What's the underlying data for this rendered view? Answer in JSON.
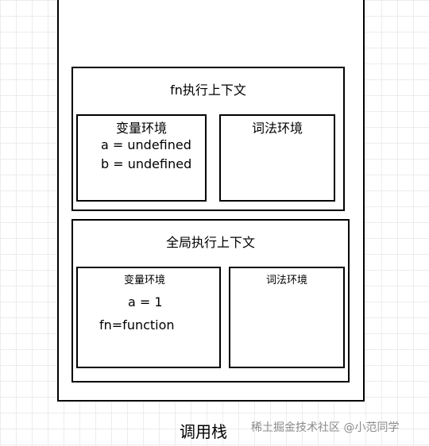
{
  "stack_label": "调用栈",
  "fn_context": {
    "title": "fn执行上下文",
    "variable_env": {
      "label": "变量环境",
      "lines": [
        "a = undefined",
        "b = undefined"
      ]
    },
    "lexical_env": {
      "label": "词法环境"
    }
  },
  "global_context": {
    "title": "全局执行上下文",
    "variable_env": {
      "label": "变量环境",
      "lines": [
        "a = 1",
        "fn=function"
      ]
    },
    "lexical_env": {
      "label": "词法环境"
    }
  },
  "watermark": "稀土掘金技术社区 @小范同学"
}
